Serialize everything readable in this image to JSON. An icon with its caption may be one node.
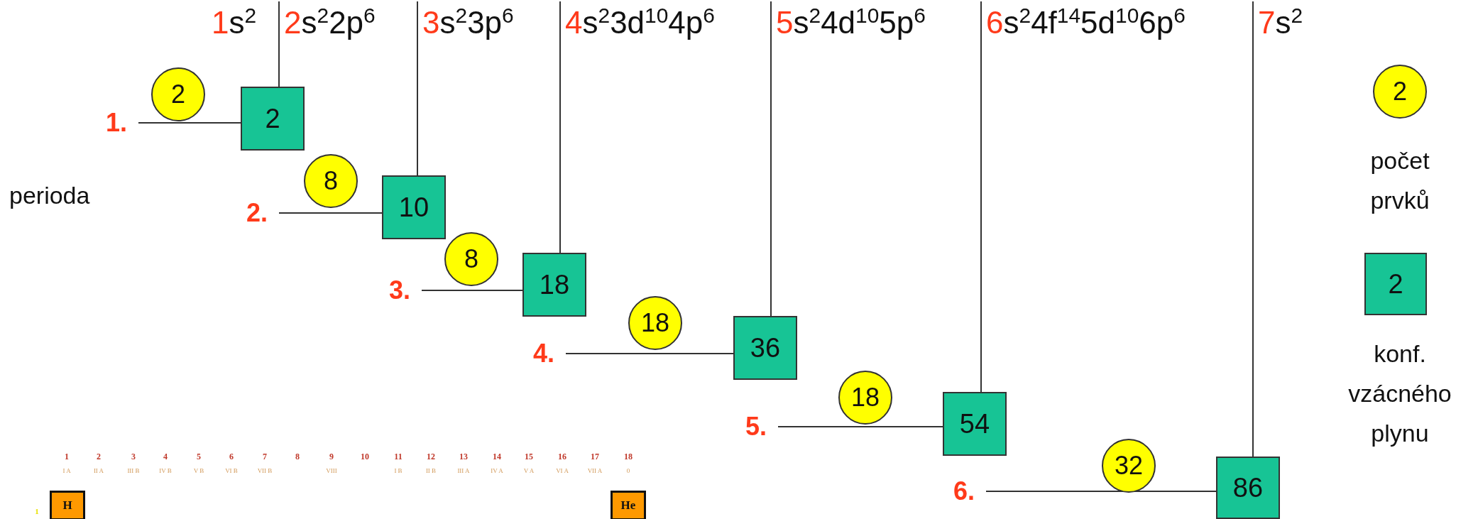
{
  "diagram": {
    "nodes": [
      {
        "text": [
          "1",
          "s$^{2}$"
        ]
      },
      {
        "text": [
          "2",
          "s$^{2}$2p$^{6}$"
        ]
      },
      {
        "text": [
          "3",
          "s$^{2}$3p$^{6}$"
        ]
      },
      {
        "text": [
          "4",
          "s$^{2}$3d$^{10}$4p$^{6}$"
        ]
      },
      {
        "text": [
          "5",
          "s$^{2}$4d$^{10}$5p$^{6}$"
        ]
      },
      {
        "text": [
          "6",
          "s$^{2}$4f$^{14}$5d$^{10}$6p$^{6}$"
        ]
      },
      {
        "text": [
          "7",
          "s$^{2}$"
        ]
      },
      {
        "text": [
          "2"
        ]
      },
      {
        "text": [
          "1."
        ]
      },
      {
        "text": [
          "2"
        ]
      },
      {
        "text": [
          "8"
        ]
      },
      {
        "text": [
          "2."
        ]
      },
      {
        "text": [
          "10"
        ]
      },
      {
        "text": [
          "8"
        ]
      },
      {
        "text": [
          "3."
        ]
      },
      {
        "text": [
          "18"
        ]
      },
      {
        "text": [
          "18"
        ]
      },
      {
        "text": [
          "4."
        ]
      },
      {
        "text": [
          "36"
        ]
      },
      {
        "text": [
          "18"
        ]
      },
      {
        "text": [
          "5."
        ]
      },
      {
        "text": [
          "54"
        ]
      },
      {
        "text": [
          "32"
        ]
      },
      {
        "text": [
          "6."
        ]
      },
      {
        "text": [
          "86"
        ]
      },
      {
        "text": [
          "2"
        ],
        "beside": [
          "počet prvků"
        ]
      },
      {
        "text": [
          "2"
        ],
        "beside": [
          "konf. vzácného plynu"
        ]
      },
      {
        "text": [
          "H"
        ]
      },
      {
        "text": [
          "He"
        ]
      }
    ],
    "edges": [
      {
        "from": 1,
        "to": 9,
        "arrow": "none"
      },
      {
        "from": 8,
        "to": 9,
        "arrow": "none"
      },
      {
        "from": 2,
        "to": 12,
        "arrow": "none"
      },
      {
        "from": 11,
        "to": 12,
        "arrow": "none"
      },
      {
        "from": 3,
        "to": 15,
        "arrow": "none"
      },
      {
        "from": 14,
        "to": 15,
        "arrow": "none"
      },
      {
        "from": 4,
        "to": 18,
        "arrow": "none"
      },
      {
        "from": 17,
        "to": 18,
        "arrow": "none"
      },
      {
        "from": 5,
        "to": 21,
        "arrow": "none"
      },
      {
        "from": 20,
        "to": 21,
        "arrow": "none"
      },
      {
        "from": 6,
        "to": 24,
        "arrow": "none"
      },
      {
        "from": 23,
        "to": 24,
        "arrow": "none"
      }
    ],
    "labels": [
      "perioda",
      "1",
      "2",
      "3",
      "4",
      "5",
      "6",
      "7",
      "8",
      "9",
      "10",
      "11",
      "12",
      "13",
      "14",
      "15",
      "16",
      "17",
      "18",
      "I A",
      "II A",
      "III B",
      "IV B",
      "V B",
      "VI B",
      "VII B",
      "VIII",
      "I B",
      "II B",
      "III A",
      "IV A",
      "V A",
      "VI A",
      "VII A",
      "0",
      "1"
    ]
  }
}
